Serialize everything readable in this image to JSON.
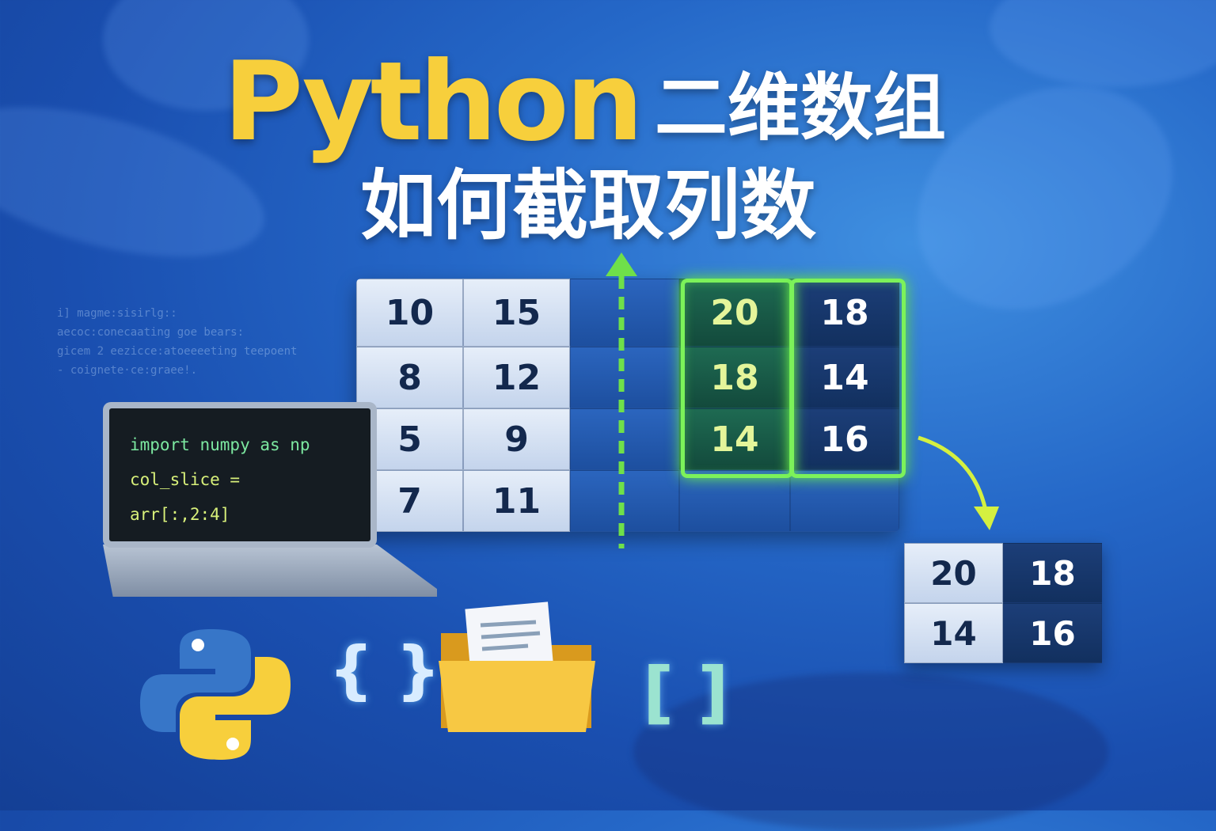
{
  "title": {
    "python": "Python",
    "line1_cn": "二维数组",
    "line2_cn": "如何截取列数"
  },
  "background_code_lines": [
    "i] magme:sisirlg::",
    "aecoc:conecaating goe bears:",
    "gicem 2 eezicce:atoeeeeting teepoent",
    "- coignete·ce:graee!."
  ],
  "laptop": {
    "code_lines": [
      "import numpy as np",
      "col_slice = arr[:,2:4]"
    ]
  },
  "array": {
    "rows": [
      [
        "10",
        "15",
        "",
        "20",
        "18"
      ],
      [
        "8",
        "12",
        "",
        "18",
        "14"
      ],
      [
        "5",
        "9",
        "",
        "14",
        "16"
      ],
      [
        "7",
        "11",
        "",
        "",
        ""
      ]
    ]
  },
  "result": {
    "rows": [
      [
        "20",
        "18"
      ],
      [
        "14",
        "16"
      ]
    ]
  },
  "icons": [
    "python-logo",
    "curly-braces",
    "folder-with-document",
    "square-brackets",
    "arrow-up",
    "curved-arrow"
  ],
  "symbols": {
    "braces": "{ }",
    "brackets": "[ ]"
  },
  "colors": {
    "python_yellow": "#f7cf3c",
    "highlight_green": "#7cf25a",
    "background_blue": "#1a4fb0"
  }
}
